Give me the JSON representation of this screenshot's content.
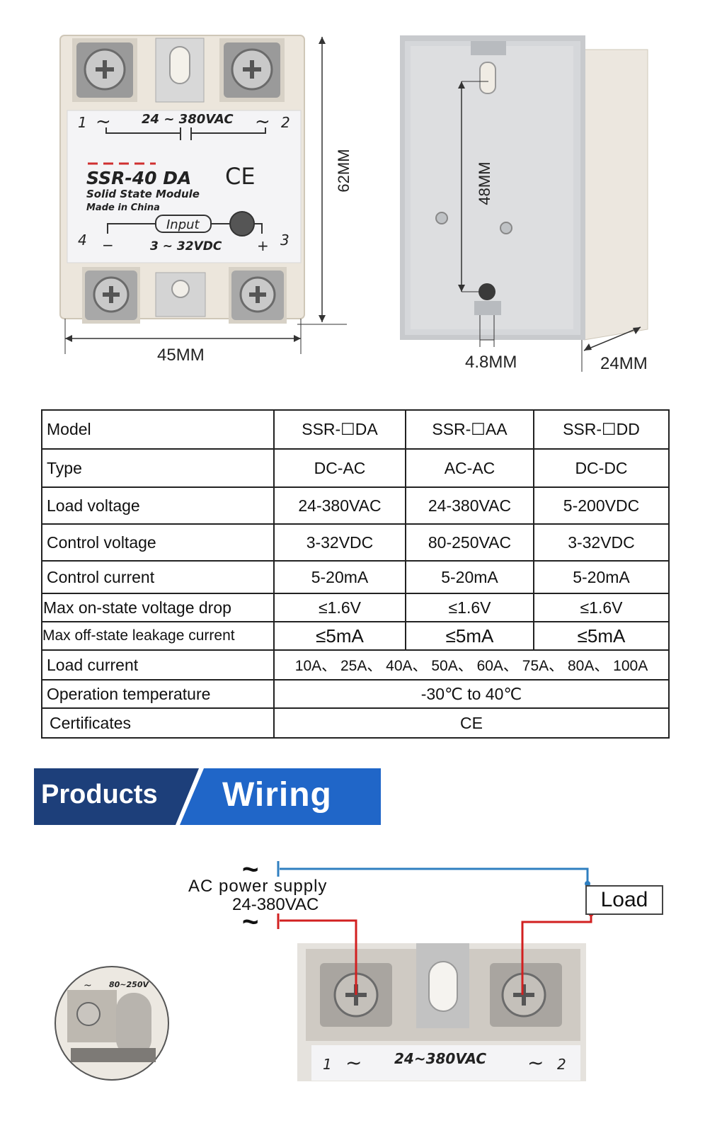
{
  "dimensions": {
    "front_width": "45MM",
    "front_height": "62MM",
    "back_height": "48MM",
    "hole_width": "4.8MM",
    "depth": "24MM"
  },
  "module_face": {
    "terminal_1": "1",
    "terminal_2": "2",
    "terminal_3": "3",
    "terminal_4": "4",
    "tilde": "~",
    "load_rating": "24 ~ 380VAC",
    "model": "SSR-40 DA",
    "ce_mark": "CE",
    "description": "Solid State Module",
    "origin": "Made in China",
    "input_label": "Input",
    "input_voltage": "3 ~ 32VDC",
    "minus": "−",
    "plus": "+"
  },
  "spec_table": {
    "rows": [
      {
        "label": "Model",
        "values": [
          "SSR-☐DA",
          "SSR-☐AA",
          "SSR-☐DD"
        ]
      },
      {
        "label": "Type",
        "values": [
          "DC-AC",
          "AC-AC",
          "DC-DC"
        ]
      },
      {
        "label": "Load voltage",
        "values": [
          "24-380VAC",
          "24-380VAC",
          "5-200VDC"
        ]
      },
      {
        "label": "Control voltage",
        "values": [
          "3-32VDC",
          "80-250VAC",
          "3-32VDC"
        ]
      },
      {
        "label": "Control current",
        "values": [
          "5-20mA",
          "5-20mA",
          "5-20mA"
        ]
      },
      {
        "label": "Max on-state voltage drop",
        "values": [
          "≤1.6V",
          "≤1.6V",
          "≤1.6V"
        ]
      },
      {
        "label": "Max off-state leakage current",
        "values": [
          "≤5mA",
          "≤5mA",
          "≤5mA"
        ]
      },
      {
        "label": "Load current",
        "span_value": "10A、 25A、 40A、 50A、 60A、 75A、 80A、 100A"
      },
      {
        "label": "Operation temperature",
        "span_value": "-30℃ to 40℃"
      },
      {
        "label": "Certificates",
        "span_value": "CE"
      }
    ]
  },
  "banner": {
    "left_label": "Products",
    "right_label": "Wiring",
    "colors": {
      "dark": "#1d3f7a",
      "light": "#2066c8"
    }
  },
  "wiring": {
    "tilde": "~",
    "supply_label": "AC power supply",
    "supply_voltage": "24-380VAC",
    "load_label": "Load",
    "inset_text": "80~250V",
    "module_terminal_1": "1",
    "module_terminal_2": "2",
    "module_rating": "24~380VAC",
    "colors": {
      "blue_wire": "#2f7fc0",
      "red_wire": "#d22020"
    }
  }
}
